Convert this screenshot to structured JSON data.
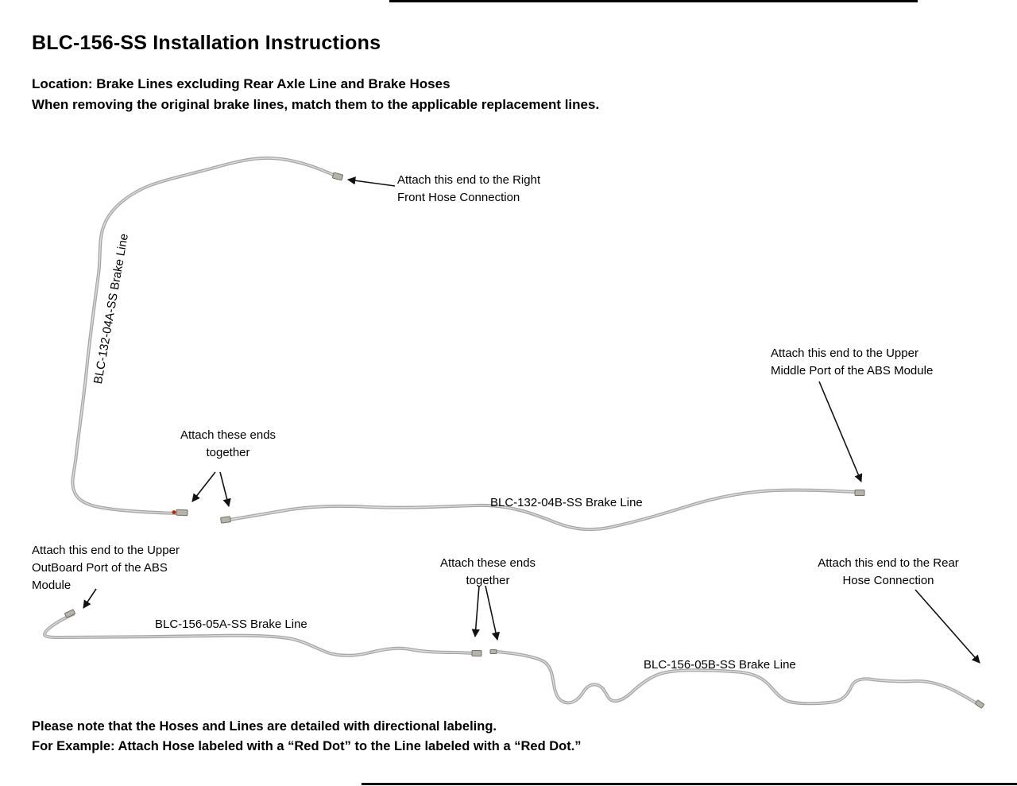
{
  "page": {
    "title": "BLC-156-SS Installation Instructions",
    "location_line": "Location: Brake Lines excluding Rear Axle Line and Brake Hoses",
    "instruction_line": "When removing the original brake lines, match them to the applicable replacement lines.",
    "footer_note_1": "Please note that the Hoses and Lines are detailed with directional labeling.",
    "footer_note_2": "For Example: Attach Hose labeled with a “Red Dot” to the Line labeled with a “Red Dot.”"
  },
  "diagram": {
    "line_labels": {
      "line_a": "BLC-132-04A-SS Brake Line",
      "line_b": "BLC-132-04B-SS Brake Line",
      "line_c": "BLC-156-05A-SS Brake Line",
      "line_d": "BLC-156-05B-SS Brake Line"
    },
    "annotations": {
      "right_front_hose": "Attach this end to the Right\nFront Hose Connection",
      "upper_middle_abs": "Attach this end to the Upper\nMiddle Port of the ABS Module",
      "ends_together_top": "Attach these ends\ntogether",
      "upper_outboard_abs": "Attach this end to the Upper\nOutBoard Port of the ABS\nModule",
      "ends_together_bottom": "Attach these ends\ntogether",
      "rear_hose": "Attach this end to the Rear\nHose Connection"
    },
    "colors": {
      "brake_line": "#a6a6a6",
      "brake_line_highlight": "#dcdcdc",
      "fitting": "#b4b4ab",
      "red_dot": "#c42200",
      "arrow": "#111111"
    }
  }
}
